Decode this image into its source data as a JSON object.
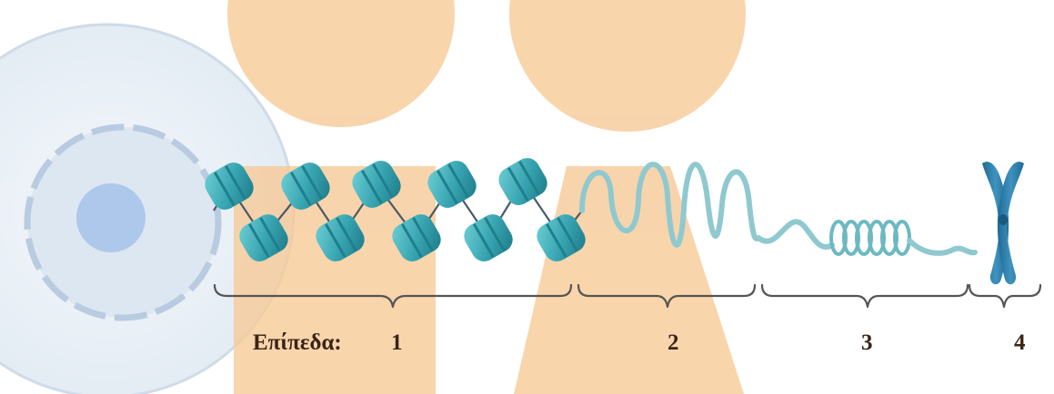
{
  "labels": {
    "levels_prefix": "Επίπεδα:",
    "level_1": "1",
    "level_2": "2",
    "level_3": "3",
    "level_4": "4"
  },
  "colors": {
    "nucleosome": "#3aa7b3",
    "nucleosome_dark": "#1f7f8c",
    "dna_strand": "#4a5a66",
    "fiber": "#8fc9cf",
    "chromosome": "#2e7fa8",
    "cell": "#e6eef6",
    "nucleus_border": "#b9cbe0",
    "nucleolus": "#a9c4ea",
    "overlay": "#f7c995",
    "brace": "#555555",
    "label_text": "#3a2418"
  },
  "icons": [
    "cell-icon",
    "nucleosome-icon",
    "chromatin-fiber-icon",
    "coiled-fiber-icon",
    "chromosome-icon"
  ]
}
